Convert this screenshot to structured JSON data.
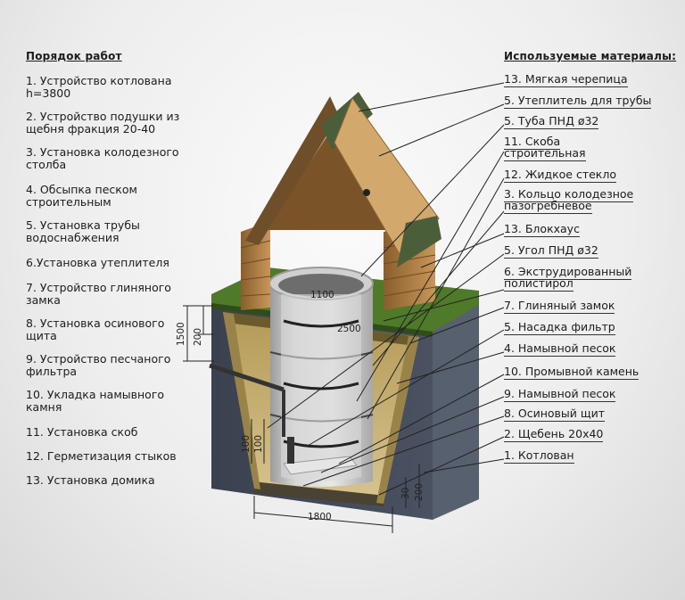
{
  "work_order": {
    "title": "Порядок работ",
    "items": [
      {
        "text": "1. Устройство котлована\nh=3800"
      },
      {
        "text": "2. Устройство подушки из\nщебня фракция 20-40"
      },
      {
        "text": "3. Установка колодезного\nстолба"
      },
      {
        "text": "4. Обсыпка песком\nстроительным"
      },
      {
        "text": "5. Установка трубы\nводоснабжения"
      },
      {
        "text": "6.Установка утеплителя"
      },
      {
        "text": "7. Устройство глиняного\nзамка"
      },
      {
        "text": "8. Установка осинового\nщита"
      },
      {
        "text": "9. Устройство песчаного\nфильтра"
      },
      {
        "text": "10. Укладка намывного\nкамня"
      },
      {
        "text": "11. Установка скоб"
      },
      {
        "text": "12. Герметизация стыков"
      },
      {
        "text": "13. Установка домика"
      }
    ]
  },
  "materials": {
    "title": "Используемые материалы:",
    "items": [
      {
        "text": "13. Мягкая черепица"
      },
      {
        "text": "5. Утеплитель для трубы"
      },
      {
        "text": "5. Туба ПНД ø32"
      },
      {
        "text": "11. Скоба\nстроительная"
      },
      {
        "text": "12. Жидкое стекло"
      },
      {
        "text": "3. Кольцо колодезное\nпазогребневое"
      },
      {
        "text": "13. Блокхаус"
      },
      {
        "text": "5. Угол ПНД ø32"
      },
      {
        "text": "6. Экструдированный\nполистирол"
      },
      {
        "text": "7. Глиняный замок"
      },
      {
        "text": "5. Насадка фильтр"
      },
      {
        "text": "4. Намывной песок"
      },
      {
        "text": "10. Промывной камень"
      },
      {
        "text": "9. Намывной песок"
      },
      {
        "text": "8. Осиновый щит"
      },
      {
        "text": "2. Щебень 20х40"
      },
      {
        "text": "1. Котлован"
      }
    ]
  },
  "dimensions": {
    "ring_diameter": "1100",
    "pit_top_width": "2500",
    "pit_bottom_width": "1800",
    "left_height_outer": "1500",
    "left_height_inner": "200",
    "filter_layer_1": "100",
    "filter_layer_2": "100",
    "bottom_layer_1": "30",
    "bottom_layer_2": "200"
  },
  "colors": {
    "grass": "#4f7a2a",
    "soil_face": "#3f4654",
    "soil_side": "#545c6a",
    "sand": "#c9b27a",
    "clay": "#6b5a2b",
    "concrete": "#c8c8c8",
    "wood": "#b8894e",
    "roof": "#4b5e3a"
  }
}
